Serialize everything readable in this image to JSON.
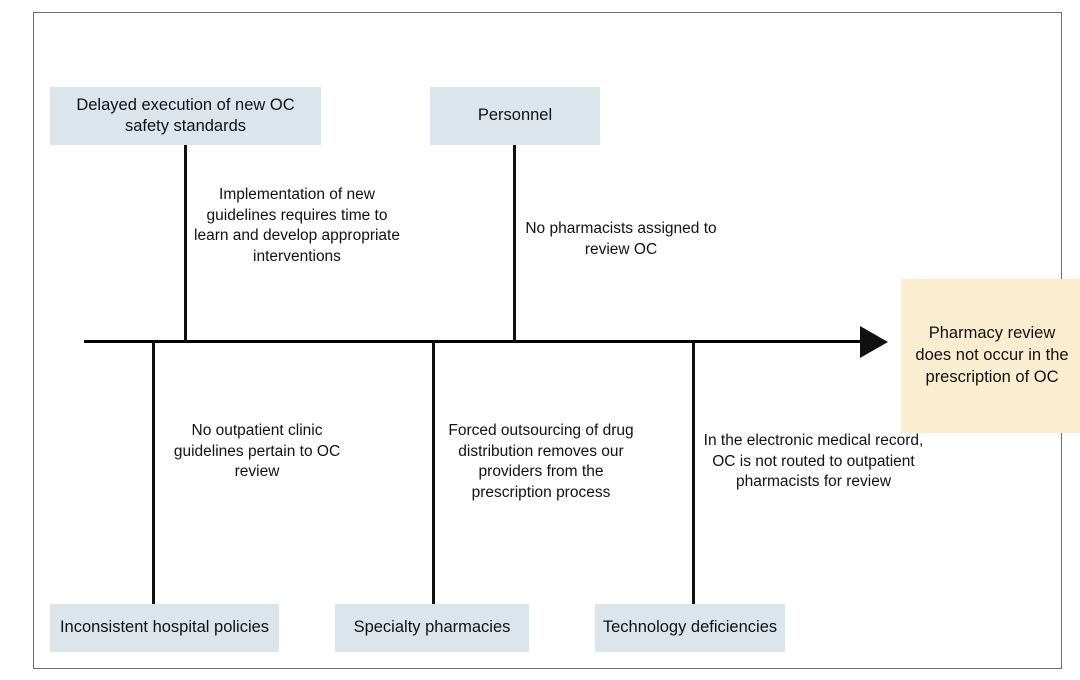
{
  "diagram": {
    "type": "fishbone-ishikawa",
    "effect": {
      "label": "Pharmacy review does not occur in the prescription of OC",
      "color": "#fbeed0"
    },
    "category_color": "#dce4ec",
    "spine_color": "#000000",
    "frame_color": "#6b6b6b",
    "categories": [
      {
        "id": "delayed-execution",
        "side": "upper",
        "label": "Delayed execution of new OC safety standards",
        "cause": "Implementation of new guidelines requires time to learn and develop appropriate interventions"
      },
      {
        "id": "personnel",
        "side": "upper",
        "label": "Personnel",
        "cause": "No pharmacists assigned to review OC"
      },
      {
        "id": "inconsistent-hospital-policies",
        "side": "lower",
        "label": "Inconsistent hospital policies",
        "cause": "No outpatient clinic guidelines pertain to OC review"
      },
      {
        "id": "specialty-pharmacies",
        "side": "lower",
        "label": "Specialty pharmacies",
        "cause": "Forced outsourcing of drug distribution removes our providers from the prescription process"
      },
      {
        "id": "technology-deficiencies",
        "side": "lower",
        "label": "Technology deficiencies",
        "cause": "In the electronic medical record, OC is not routed to outpatient pharmacists for review"
      }
    ]
  }
}
